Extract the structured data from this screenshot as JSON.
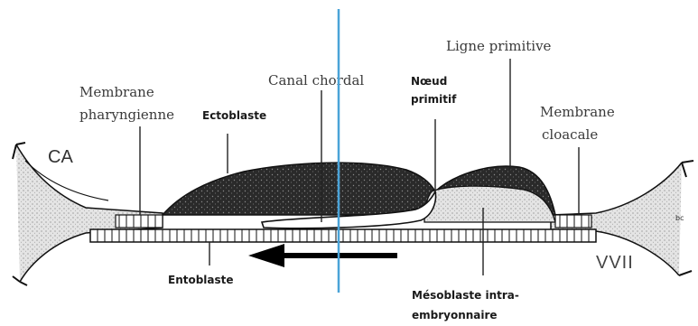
{
  "labels": {
    "membrane_pharyngienne_1": "Membrane",
    "membrane_pharyngienne_2": "pharyngienne",
    "ectoblaste": "Ectoblaste",
    "canal_chordal": "Canal chordal",
    "noeud_primitif_1": "Nœud",
    "noeud_primitif_2": "primitif",
    "ligne_primitive": "Ligne primitive",
    "membrane_cloacale_1": "Membrane",
    "membrane_cloacale_2": "cloacale",
    "ca": "CA",
    "entoblaste": "Entoblaste",
    "vvii": "VVII",
    "bc": "bc",
    "mesoblaste_1": "Mésoblaste intra-",
    "mesoblaste_2": "embryonnaire"
  },
  "colors": {
    "ectoblast_fill": "#2b2b2b",
    "mesoblast_fill": "#d6d6d6",
    "outline": "#111111",
    "overlay_line": "#4aa3d8"
  }
}
